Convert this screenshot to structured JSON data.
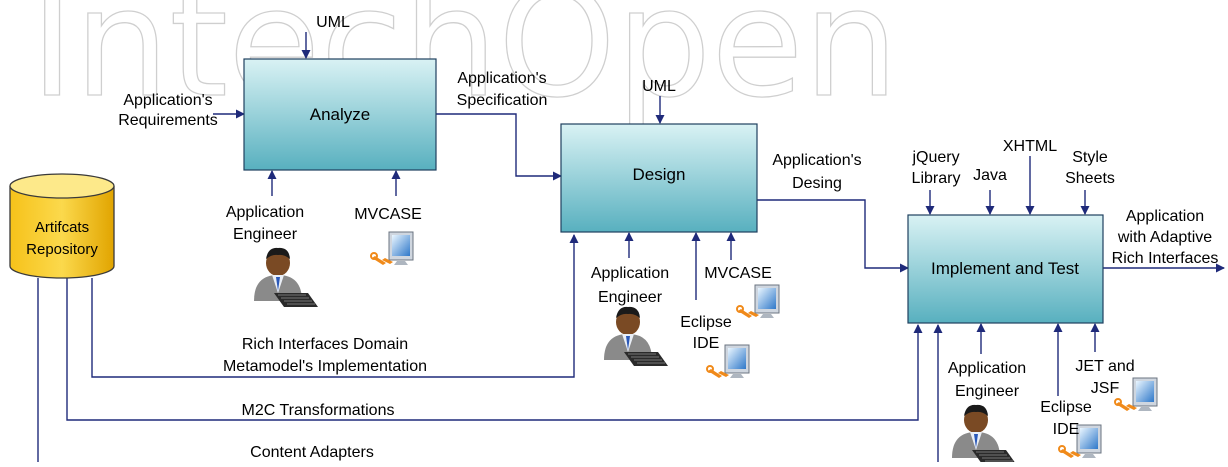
{
  "watermark": "IntechOpen",
  "repository": {
    "line1": "Artifcats",
    "line2": "Repository"
  },
  "boxes": {
    "analyze": "Analyze",
    "design": "Design",
    "implement": "Implement and Test"
  },
  "labels": {
    "uml_analyze": "UML",
    "uml_design": "UML",
    "req1": "Application's",
    "req2": "Requirements",
    "spec1": "Application's",
    "spec2": "Specification",
    "desing1": "Application's",
    "desing2": "Desing",
    "engineer1_1": "Application",
    "engineer1_2": "Engineer",
    "engineer2_1": "Application",
    "engineer2_2": "Engineer",
    "engineer3_1": "Application",
    "engineer3_2": "Engineer",
    "mvcase1": "MVCASE",
    "mvcase2": "MVCASE",
    "eclipse1_1": "Eclipse",
    "eclipse1_2": "IDE",
    "eclipse2_1": "Eclipse",
    "eclipse2_2": "IDE",
    "jquery1": "jQuery",
    "jquery2": "Library",
    "java": "Java",
    "xhtml": "XHTML",
    "style1": "Style",
    "style2": "Sheets",
    "jet1": "JET and",
    "jet2": "JSF",
    "output1": "Application",
    "output2": "with Adaptive",
    "output3": "Rich Interfaces",
    "rich1": "Rich Interfaces Domain",
    "rich2": "Metamodel's Implementation",
    "m2c": "M2C Transformations",
    "content": "Content Adapters"
  },
  "colors": {
    "box_top": "#d9f2f4",
    "box_bottom": "#58b0bf",
    "cyl_top": "#fff3b0",
    "cyl_body": "#f2b600",
    "arrow": "#1f2a7a"
  },
  "icons": [
    "engineer-icon",
    "computer-tool-icon"
  ]
}
